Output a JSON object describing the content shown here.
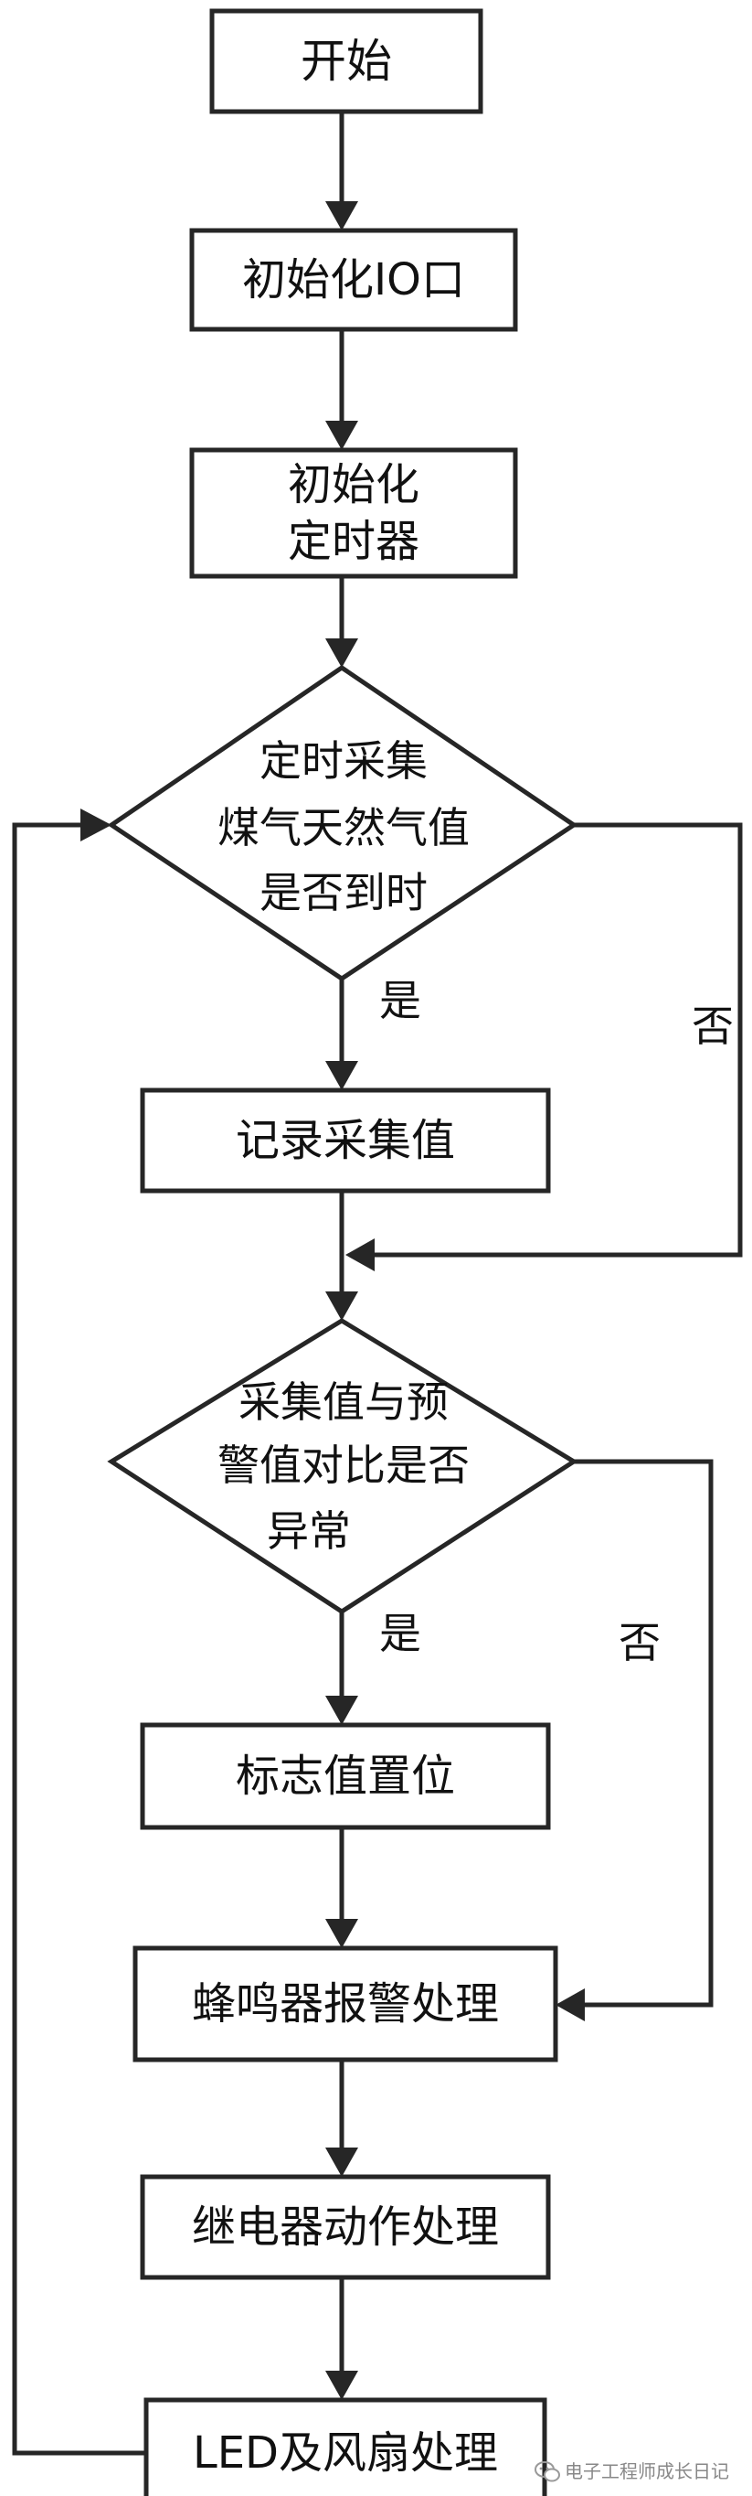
{
  "diagram": {
    "steps": {
      "start": "开始",
      "init_io": "初始化IO口",
      "init_timer_1": "初始化",
      "init_timer_2": "定时器",
      "decision1_1": "定时采集",
      "decision1_2": "煤气天然气值",
      "decision1_3": "是否到时",
      "record": "记录采集值",
      "decision2_1": "采集值与预",
      "decision2_2": "警值对比是否",
      "decision2_3": "异常",
      "flag": "标志值置位",
      "buzzer": "蜂鸣器报警处理",
      "relay": "继电器动作处理",
      "led_fan": "LED及风扇处理"
    },
    "labels": {
      "yes1": "是",
      "no1": "否",
      "yes2": "是",
      "no2": "否"
    }
  },
  "watermark": {
    "text": "电子工程师成长日记",
    "icon": "wechat-icon"
  }
}
